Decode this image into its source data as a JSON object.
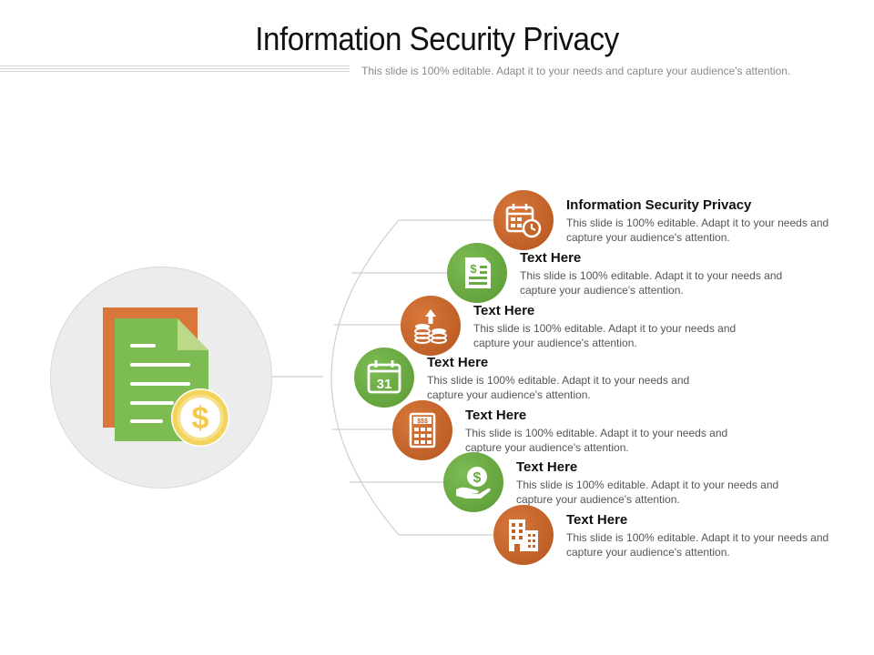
{
  "slide": {
    "title": "Information Security Privacy",
    "subtitle": "This slide is 100% editable. Adapt it to your needs and capture your audience's attention."
  },
  "colors": {
    "orange": "#c4652a",
    "green": "#6aaa43",
    "hub_background": "#ececec",
    "document_back": "#d9773a",
    "document_front": "#7dbb53",
    "coin": "#f2d45c"
  },
  "hub": {
    "icon": "document-dollar-icon"
  },
  "items": [
    {
      "heading": "Information  Security Privacy",
      "description": "This slide is 100% editable. Adapt it to your needs and capture your audience's attention.",
      "icon": "calendar-clock-icon",
      "color": "orange"
    },
    {
      "heading": "Text Here",
      "description": "This slide is 100% editable. Adapt it to your needs and capture your audience's attention.",
      "icon": "invoice-dollar-icon",
      "color": "green"
    },
    {
      "heading": "Text Here",
      "description": "This slide is 100% editable. Adapt it to your needs and capture your audience's attention.",
      "icon": "coin-stack-growth-icon",
      "color": "orange"
    },
    {
      "heading": "Text Here",
      "description": "This slide is 100% editable. Adapt it to your needs and capture your audience's attention.",
      "icon": "calendar-31-icon",
      "color": "green",
      "icon_text": "31"
    },
    {
      "heading": "Text Here",
      "description": "This slide is 100% editable. Adapt it to your needs and capture your audience's attention.",
      "icon": "calculator-icon",
      "color": "orange",
      "icon_text": "$$$"
    },
    {
      "heading": "Text Here",
      "description": "This slide is 100% editable. Adapt it to your needs and capture your audience's attention.",
      "icon": "hand-dollar-icon",
      "color": "green",
      "icon_text": "$"
    },
    {
      "heading": "Text Here",
      "description": "This slide is 100% editable. Adapt it to your needs and capture your audience's attention.",
      "icon": "office-building-icon",
      "color": "orange"
    }
  ]
}
